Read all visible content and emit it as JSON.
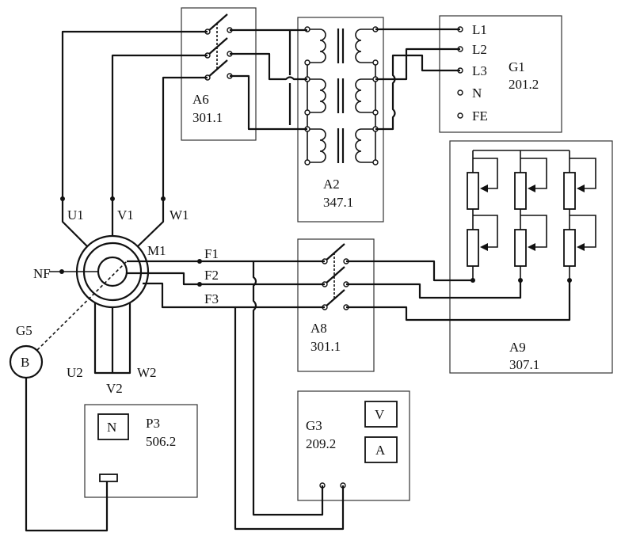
{
  "modules": {
    "a6": {
      "id": "A6",
      "model": "301.1"
    },
    "a2": {
      "id": "A2",
      "model": "347.1"
    },
    "g1": {
      "id": "G1",
      "model": "201.2",
      "terminals": [
        "L1",
        "L2",
        "L3",
        "N",
        "FE"
      ]
    },
    "a8": {
      "id": "A8",
      "model": "301.1"
    },
    "a9": {
      "id": "A9",
      "model": "307.1"
    },
    "g3": {
      "id": "G3",
      "model": "209.2",
      "meters": [
        "V",
        "A"
      ]
    },
    "p3": {
      "id": "P3",
      "model": "506.2",
      "meter": "N"
    },
    "m1": {
      "id": "M1",
      "stator_labels": [
        "U1",
        "V1",
        "W1",
        "U2",
        "V2",
        "W2"
      ],
      "field_labels": [
        "F1",
        "F2",
        "F3"
      ],
      "neutral_label": "NF"
    },
    "g5": {
      "id": "G5",
      "symbol": "B"
    }
  }
}
